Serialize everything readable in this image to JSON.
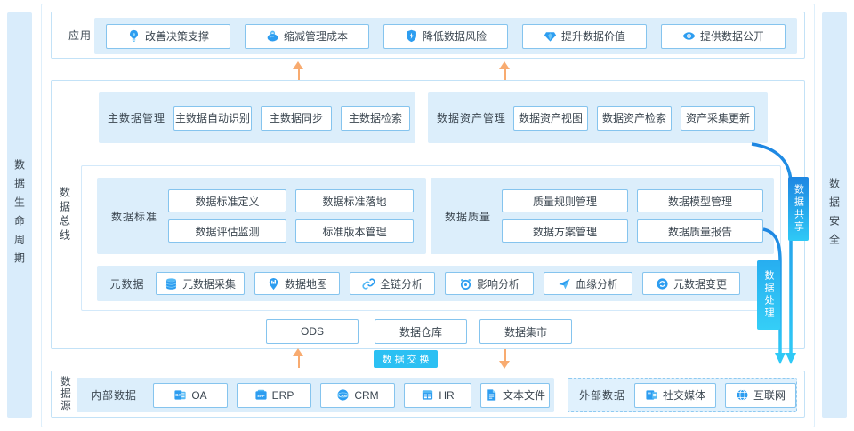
{
  "rails": {
    "left": "数据生命周期",
    "right": "数据安全"
  },
  "app_section": {
    "label": "应用",
    "items": [
      {
        "label": "改善决策支撑",
        "icon": "bulb"
      },
      {
        "label": "缩减管理成本",
        "icon": "piggy"
      },
      {
        "label": "降低数据风险",
        "icon": "shield"
      },
      {
        "label": "提升数据价值",
        "icon": "gem"
      },
      {
        "label": "提供数据公开",
        "icon": "eye"
      }
    ]
  },
  "bus": {
    "label": "数据总线",
    "master": {
      "label": "主数据管理",
      "items": [
        "主数据自动识别",
        "主数据同步",
        "主数据检索"
      ]
    },
    "asset": {
      "label": "数据资产管理",
      "items": [
        "数据资产视图",
        "数据资产检索",
        "资产采集更新"
      ]
    },
    "standard": {
      "label": "数据标准",
      "items": [
        "数据标准定义",
        "数据标准落地",
        "数据评估监测",
        "标准版本管理"
      ]
    },
    "quality": {
      "label": "数据质量",
      "items": [
        "质量规则管理",
        "数据模型管理",
        "数据方案管理",
        "数据质量报告"
      ]
    },
    "meta": {
      "label": "元数据",
      "items": [
        {
          "label": "元数据采集",
          "icon": "database"
        },
        {
          "label": "数据地图",
          "icon": "mappin"
        },
        {
          "label": "全链分析",
          "icon": "link"
        },
        {
          "label": "影响分析",
          "icon": "target"
        },
        {
          "label": "血缘分析",
          "icon": "lineage"
        },
        {
          "label": "元数据变更",
          "icon": "change"
        }
      ]
    },
    "storage": [
      "ODS",
      "数据仓库",
      "数据集市"
    ]
  },
  "flows": {
    "share_tag": "数据共享",
    "process_tag": "数据处理",
    "exchange_badge": "数据交换"
  },
  "source": {
    "label": "数据源",
    "internal": {
      "label": "内部数据",
      "items": [
        {
          "label": "OA",
          "icon": "oa"
        },
        {
          "label": "ERP",
          "icon": "erp"
        },
        {
          "label": "CRM",
          "icon": "crm"
        },
        {
          "label": "HR",
          "icon": "hr"
        },
        {
          "label": "文本文件",
          "icon": "textfile"
        }
      ]
    },
    "external": {
      "label": "外部数据",
      "items": [
        {
          "label": "社交媒体",
          "icon": "social"
        },
        {
          "label": "互联网",
          "icon": "globe"
        }
      ]
    }
  },
  "colors": {
    "panel_blue": "#dceefb",
    "box_border": "#85c4ee",
    "accent_blue": "#2d9df0",
    "orange_arrow": "#f8ab70",
    "cyan_badge": "#2bc0f3",
    "tag_gradient_start": "#1e86e2",
    "tag_gradient_end": "#2fc9f6",
    "rail_blue": "#d9ecfb"
  }
}
